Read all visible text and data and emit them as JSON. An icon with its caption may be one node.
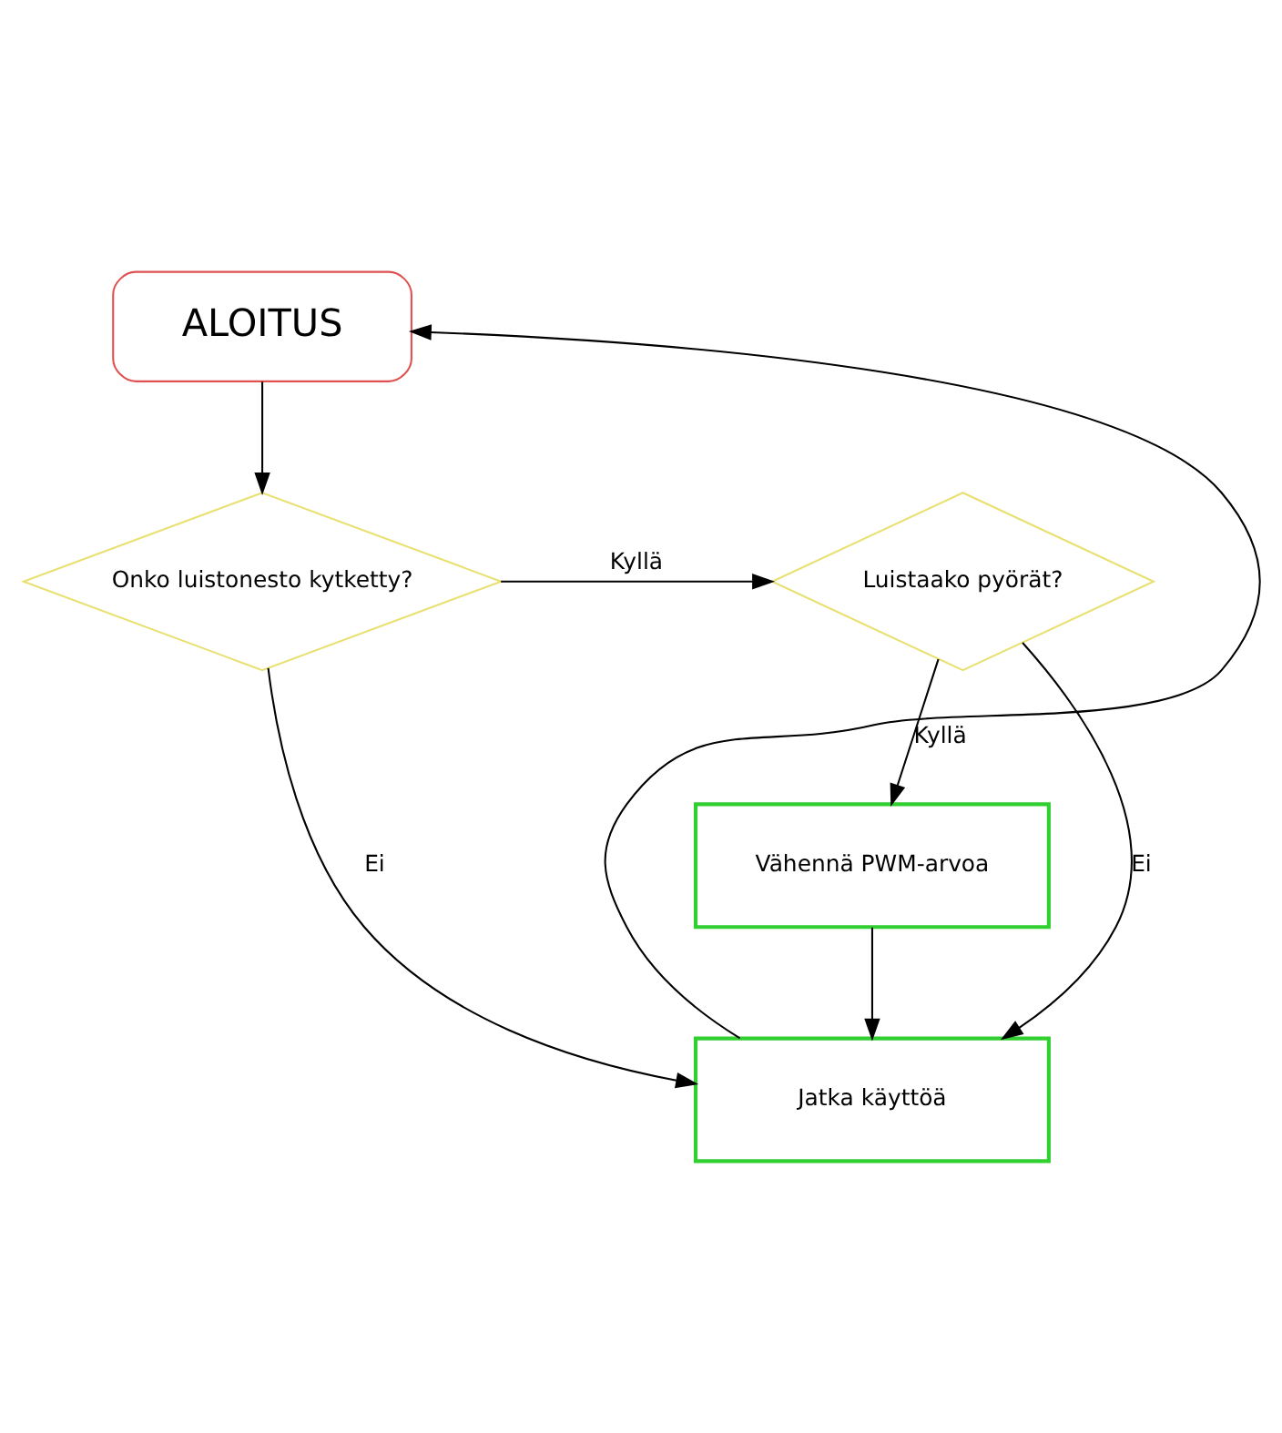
{
  "diagram": {
    "nodes": [
      {
        "text": [
          "ALOITUS"
        ]
      },
      {
        "text": [
          "Onko luistonesto kytketty?"
        ]
      },
      {
        "text": [
          "Luistaako pyörät?"
        ]
      },
      {
        "text": [
          "Vähennä PWM-arvoa"
        ]
      },
      {
        "text": [
          "Jatka käyttöä"
        ]
      }
    ],
    "edges": [
      {
        "from": 0,
        "to": 1,
        "arrow": "to"
      },
      {
        "from": 1,
        "to": 2,
        "arrow": "to",
        "label": "Kyllä"
      },
      {
        "from": 1,
        "to": 4,
        "arrow": "to",
        "label": "Ei"
      },
      {
        "from": 2,
        "to": 3,
        "arrow": "to",
        "label": "Kyllä"
      },
      {
        "from": 2,
        "to": 4,
        "arrow": "to",
        "label": "Ei"
      },
      {
        "from": 3,
        "to": 4,
        "arrow": "to"
      },
      {
        "from": 4,
        "to": 0,
        "arrow": "to"
      }
    ]
  }
}
